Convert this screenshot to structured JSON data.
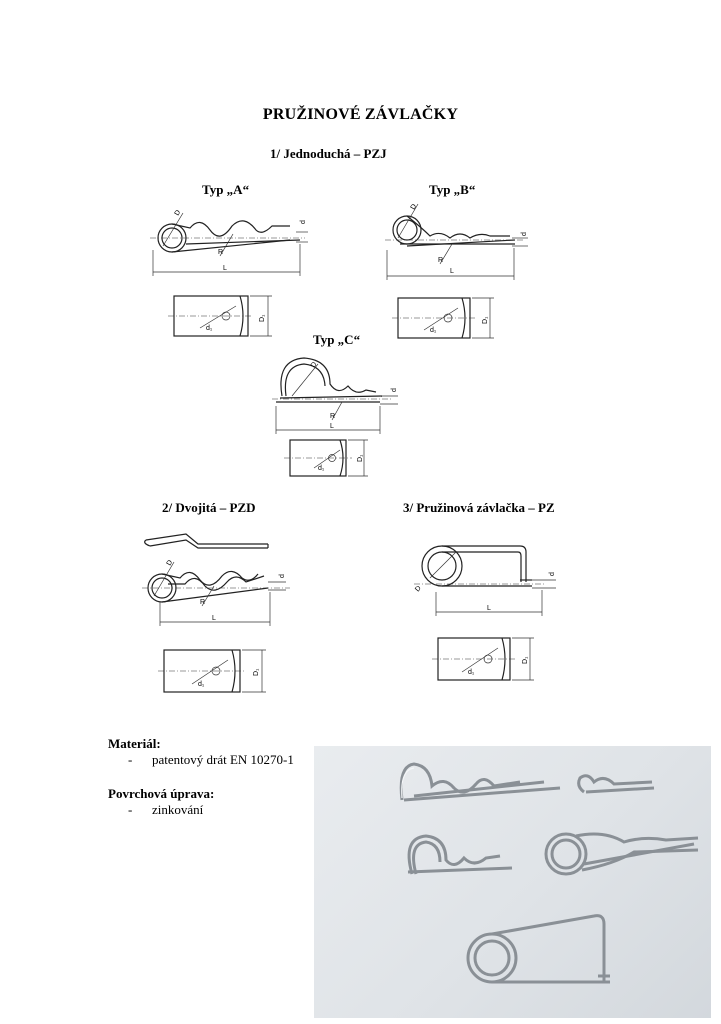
{
  "document": {
    "title": "PRUŽINOVÉ ZÁVLAČKY",
    "section1": "1/ Jednoduchá – PZJ",
    "type_a": "Typ „A“",
    "type_b": "Typ „B“",
    "type_c": "Typ „C“",
    "section2": "2/ Dvojitá – PZD",
    "section3": "3/ Pružinová závlačka – PZ",
    "dim_labels": {
      "D": "D",
      "d": "d",
      "R": "R",
      "L": "L",
      "d1": "d₁",
      "D1": "D₁"
    },
    "material_heading": "Materiál:",
    "material_item": "patentový drát EN 10270-1",
    "surface_heading": "Povrchová úprava:",
    "surface_item": "zinkování",
    "bullet": "-"
  }
}
